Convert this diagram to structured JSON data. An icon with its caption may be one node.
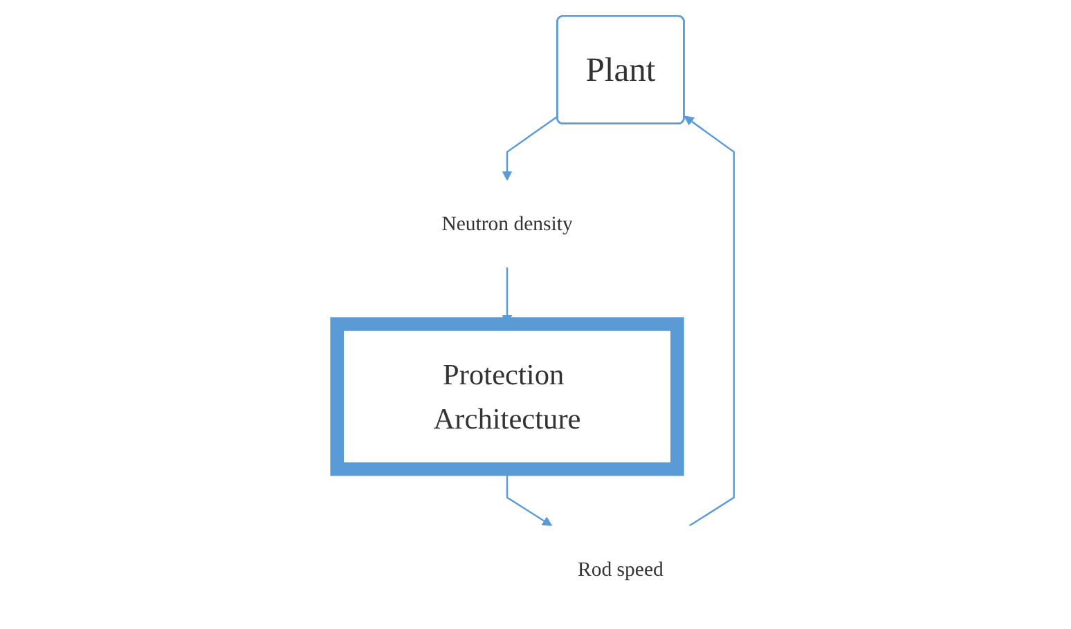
{
  "diagram": {
    "nodes": [
      {
        "text": [
          "Plant"
        ]
      },
      {
        "text": [
          "Neutron density"
        ]
      },
      {
        "text": [
          "Protection Architecture"
        ]
      },
      {
        "text": [
          "Rod speed"
        ]
      }
    ],
    "edges": [
      {
        "from": 0,
        "to": 1,
        "arrow": "to"
      },
      {
        "from": 1,
        "to": 2,
        "arrow": "to"
      },
      {
        "from": 2,
        "to": 3,
        "arrow": "to"
      },
      {
        "from": 3,
        "to": 0,
        "arrow": "to"
      }
    ]
  }
}
